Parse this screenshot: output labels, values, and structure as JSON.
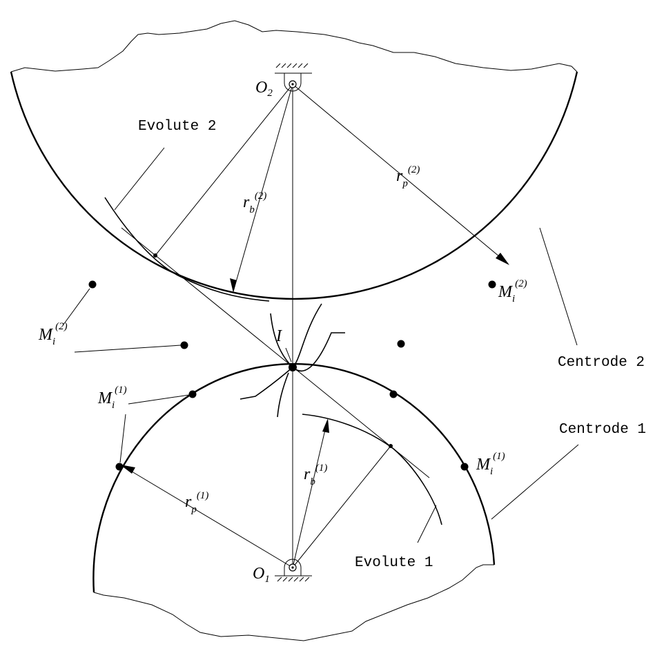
{
  "labels": {
    "centrode_2": "Centrode 2",
    "centrode_1": "Centrode 1",
    "evolute_2": "Evolute 2",
    "evolute_1": "Evolute 1",
    "pitch_point": "I",
    "o2_base": "O",
    "o2_sub": "2",
    "o1_base": "O",
    "o1_sub": "1",
    "rp2_base": "r",
    "rp2_sub": "p",
    "rp2_sup": "(2)",
    "rb2_base": "r",
    "rb2_sub": "b",
    "rb2_sup": "(2)",
    "rp1_base": "r",
    "rp1_sub": "p",
    "rp1_sup": "(1)",
    "rb1_base": "r",
    "rb1_sub": "b",
    "rb1_sup": "(1)",
    "mi_base": "M",
    "mi_sub": "i",
    "mi2_sup": "(2)",
    "mi1_sup": "(1)"
  }
}
